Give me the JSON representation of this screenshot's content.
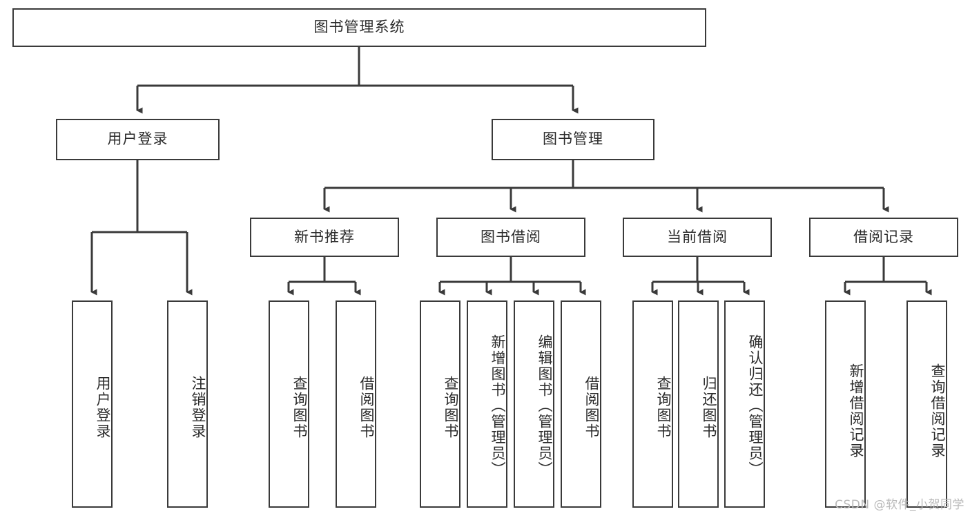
{
  "diagram": {
    "title_node": {
      "label": "图书管理系统"
    },
    "level1": [
      {
        "id": "user-login",
        "label": "用户登录"
      },
      {
        "id": "book-management",
        "label": "图书管理"
      }
    ],
    "level2": [
      {
        "id": "new-book-recommend",
        "label": "新书推荐"
      },
      {
        "id": "book-borrow",
        "label": "图书借阅"
      },
      {
        "id": "current-borrow",
        "label": "当前借阅"
      },
      {
        "id": "borrow-record",
        "label": "借阅记录"
      }
    ],
    "leaves": [
      {
        "id": "leaf-user-login",
        "label": "用户登录",
        "parent": "user-login"
      },
      {
        "id": "leaf-logout-login",
        "label": "注销登录",
        "parent": "user-login"
      },
      {
        "id": "leaf-query-book-1",
        "label": "查询图书",
        "parent": "new-book-recommend"
      },
      {
        "id": "leaf-borrow-book-1",
        "label": "借阅图书",
        "parent": "new-book-recommend"
      },
      {
        "id": "leaf-query-book-2",
        "label": "查询图书",
        "parent": "book-borrow"
      },
      {
        "id": "leaf-add-book",
        "label": "新增图书（管理员）",
        "parent": "book-borrow"
      },
      {
        "id": "leaf-edit-book",
        "label": "编辑图书（管理员）",
        "parent": "book-borrow"
      },
      {
        "id": "leaf-borrow-book-2",
        "label": "借阅图书",
        "parent": "book-borrow"
      },
      {
        "id": "leaf-query-book-3",
        "label": "查询图书",
        "parent": "current-borrow"
      },
      {
        "id": "leaf-return-book",
        "label": "归还图书",
        "parent": "current-borrow"
      },
      {
        "id": "leaf-confirm-return",
        "label": "确认归还（管理员）",
        "parent": "current-borrow"
      },
      {
        "id": "leaf-add-record",
        "label": "新增借阅记录",
        "parent": "borrow-record"
      },
      {
        "id": "leaf-query-record",
        "label": "查询借阅记录",
        "parent": "borrow-record"
      }
    ],
    "colors": {
      "stroke": "#3a3a3a",
      "text": "#2b2b2b",
      "background": "#ffffff",
      "watermark": "#b9b9b9"
    }
  },
  "watermark": {
    "text": "CSDN @软件_小贺同学"
  }
}
